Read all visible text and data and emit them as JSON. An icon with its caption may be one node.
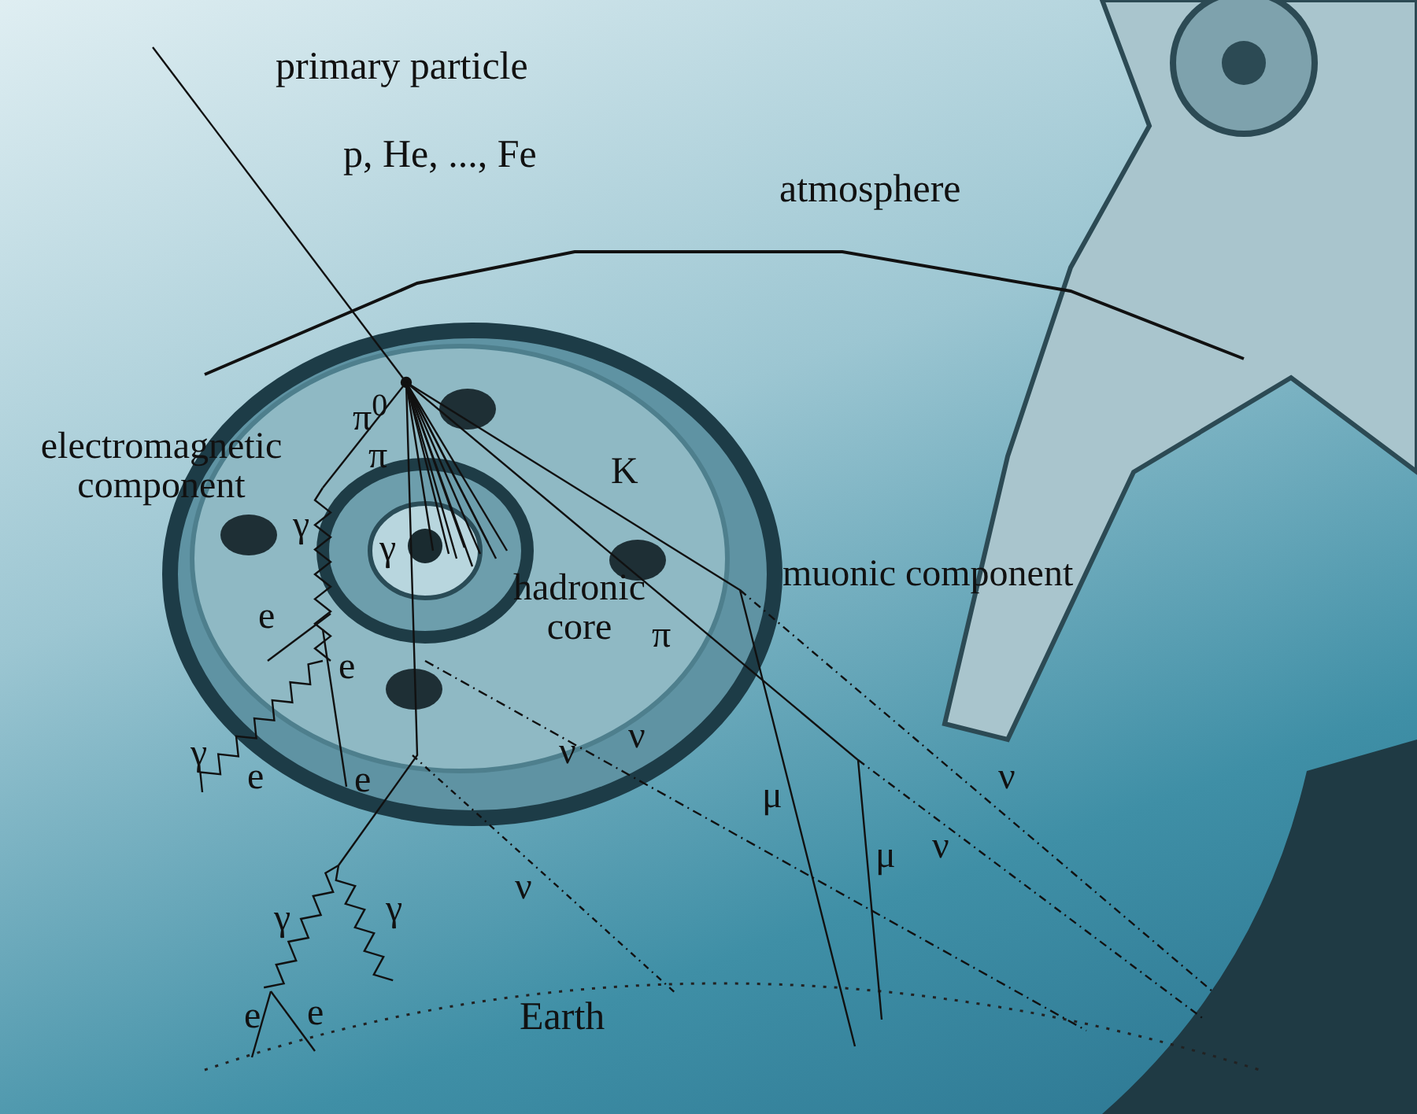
{
  "diagram": {
    "labels": [
      "primary particle",
      "p, He, ..., Fe",
      "atmosphere",
      "π$^{0}$",
      "electromagnetic component",
      "K",
      "π",
      "γ",
      "γ",
      "muonic component",
      "hadronic core",
      "e",
      "π",
      "e",
      "γ",
      "e",
      "e",
      "ν",
      "ν",
      "μ",
      "ν",
      "μ",
      "ν",
      "ν",
      "γ",
      "γ",
      "e",
      "e",
      "Earth"
    ]
  }
}
